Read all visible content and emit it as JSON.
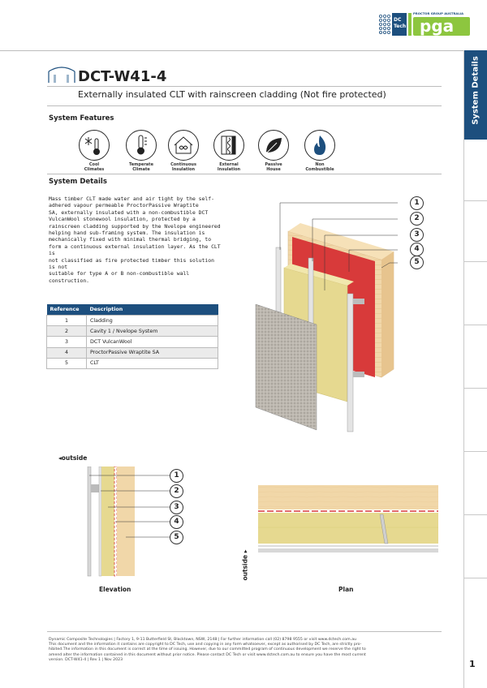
{
  "header": {
    "logo_left_text": "DC Tech",
    "logo_right_top": "PROCTOR GROUP AUSTRALIA",
    "logo_right_text": "pga"
  },
  "sidebar": {
    "tab_label": "System Details"
  },
  "doc": {
    "title": "DCT-W41-4",
    "subtitle": "Externally insulated CLT with rainscreen cladding (Not fire protected)"
  },
  "features": {
    "heading": "System Features",
    "items": [
      {
        "line1": "Cool",
        "line2": "Climates",
        "icon": "snowflake-thermometer-icon"
      },
      {
        "line1": "Temperate",
        "line2": "Climate",
        "icon": "thermometer-icon"
      },
      {
        "line1": "Continuous",
        "line2": "Insulation",
        "icon": "house-infinity-icon"
      },
      {
        "line1": "External",
        "line2": "Insulation",
        "icon": "wall-insulation-icon"
      },
      {
        "line1": "Passive",
        "line2": "House",
        "icon": "leaf-icon"
      },
      {
        "line1": "Non",
        "line2": "Combustible",
        "icon": "flame-icon"
      }
    ]
  },
  "details": {
    "heading": "System Details",
    "lines": [
      "Mass timber CLT made water and air tight by the self-",
      "adhered vapour permeable ProctorPassive Wraptite",
      "SA, externally insulated with a non-combustible DCT",
      "VulcanWool stonewool insulation, protected by a",
      "rainscreen cladding supported by the Nvelope engineered",
      "helping hand sub-framing system. The insulation is",
      "mechanically fixed with minimal thermal bridging, to",
      "form a continuous external insulation layer.  As the CLT is",
      "not  classified as fire protected timber this solution is not",
      "suitable for type A or B non-combustible wall construction."
    ]
  },
  "reference_table": {
    "col_reference": "Reference",
    "col_description": "Description",
    "rows": [
      {
        "ref": "1",
        "desc": "Cladding"
      },
      {
        "ref": "2",
        "desc": "Cavity 1 / Nvelope System"
      },
      {
        "ref": "3",
        "desc": "DCT VulcanWool"
      },
      {
        "ref": "4",
        "desc": "ProctorPassive Wraptite SA"
      },
      {
        "ref": "5",
        "desc": "CLT"
      }
    ]
  },
  "callouts": [
    "1",
    "2",
    "3",
    "4",
    "5"
  ],
  "drawings": {
    "outside_label": "outside",
    "elevation_label": "Elevation",
    "plan_label": "Plan"
  },
  "colors": {
    "brand_blue": "#1d4f7e",
    "membrane_red": "#d83a3a",
    "insulation_yellow": "#e6d990",
    "timber": "#f1d7a9",
    "logo_green": "#8dc63f"
  },
  "footer": {
    "line1": "Dynamic Composite Technologies | Factory 1, 9-11 Butterfield St, Blacktown, NSW, 2148 | For further information call (02) 8798 9555 or visit www.dctech.com.au",
    "line2": "This document and the information it contains are copyright to DC Tech, use and copying in any form whatsoever, except as authorised by DC Tech, are strictly pro-",
    "line3": "hibited.The information in this document is correct at the time of issuing. However, due to our committed program of continuous development we reserve the right to",
    "line4": "amend alter the information contained in this document without prior notice. Please contact DC Tech or visit www.dctech.com.au to ensure you have the most current",
    "line5": "version. DCT-W41-4 | Rev 1 | Nov 2023",
    "page_number": "1"
  }
}
